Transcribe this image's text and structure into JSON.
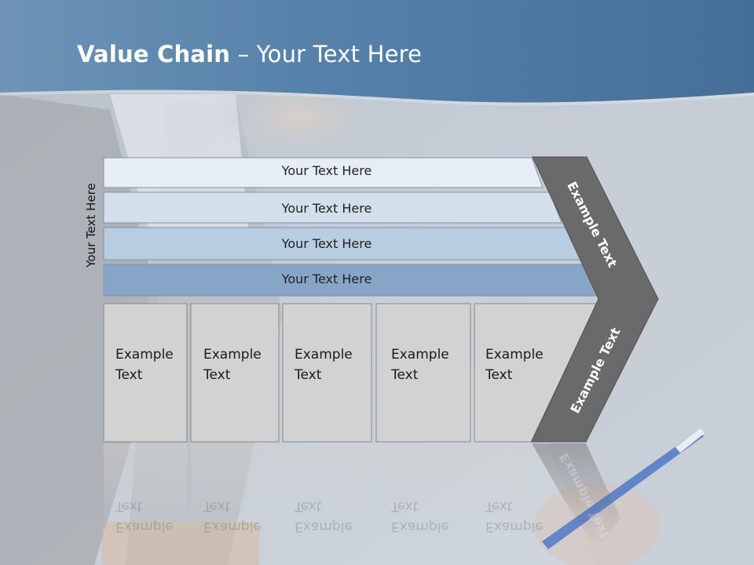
{
  "slide": {
    "title_bold": "Value Chain",
    "title_rest": " – Your Text Here",
    "side_label": "Your Text Here",
    "support_rows": [
      "Your Text Here",
      "Your Text Here",
      "Your Text Here",
      "Your Text Here"
    ],
    "primary_boxes": [
      {
        "line1": "Example",
        "line2": "Text"
      },
      {
        "line1": "Example",
        "line2": "Text"
      },
      {
        "line1": "Example",
        "line2": "Text"
      },
      {
        "line1": "Example",
        "line2": "Text"
      },
      {
        "line1": "Example",
        "line2": "Text"
      }
    ],
    "chevron_upper": "Example Text",
    "chevron_lower": "Example Text"
  },
  "colors": {
    "header_blue": "#4f7aa3",
    "row1": "#e6edf5",
    "row2": "#d3dfea",
    "row3": "#b9cde0",
    "row4": "#87a6c7",
    "box_fill": "#d2d2d2",
    "chevron": "#6a6a6a"
  }
}
